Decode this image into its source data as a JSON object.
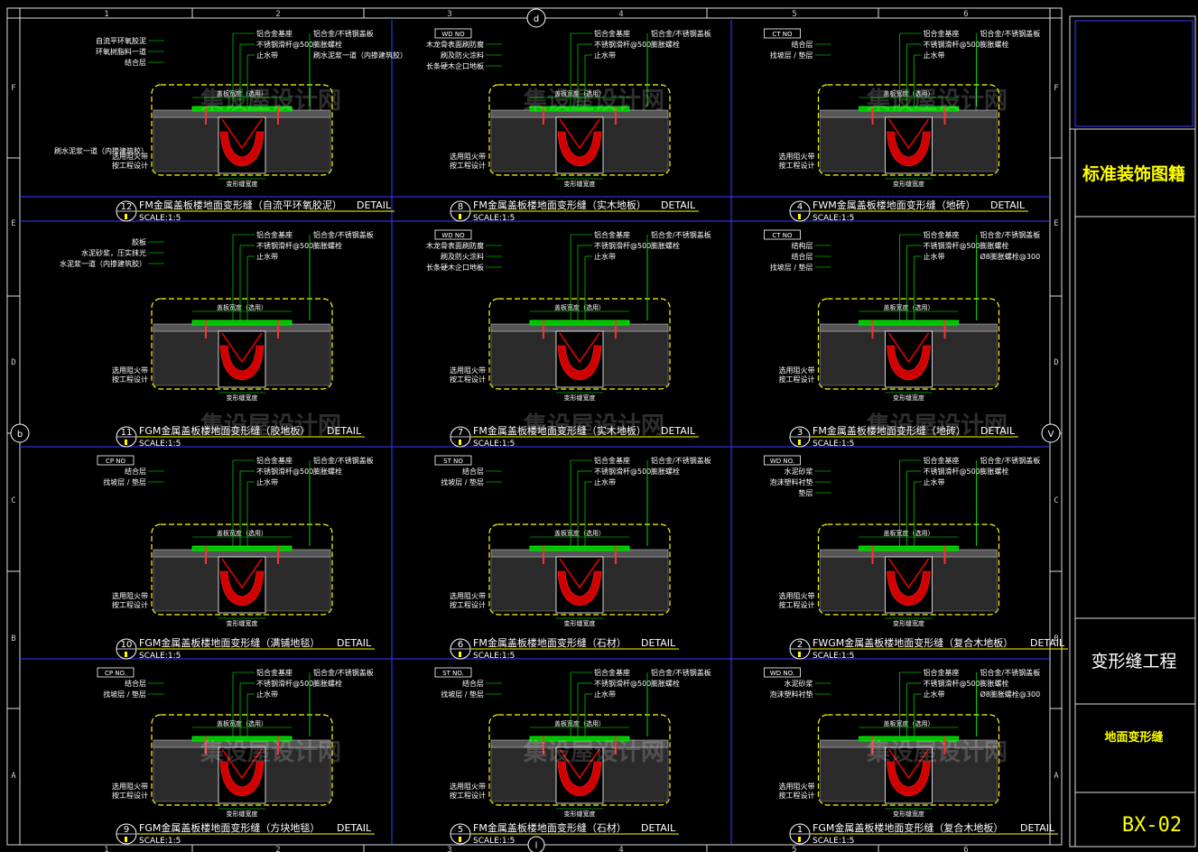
{
  "title_block": {
    "drawing_set": "标准装饰图籍",
    "project": "变形缝工程",
    "subject": "地面变形缝",
    "sheet_no": "BX-02"
  },
  "grid": {
    "columns": [
      "1",
      "2",
      "3",
      "4",
      "5",
      "6"
    ],
    "rows": [
      "F",
      "E",
      "D",
      "C",
      "B",
      "A"
    ],
    "axis_markers": [
      "d",
      "b",
      "V",
      "l"
    ]
  },
  "watermark": "集设屋设计网",
  "scale_text": "SCALE:1:5",
  "detail_suffix": "DETAIL",
  "common_labels": {
    "alloy_base": "铝合金基座",
    "stainless_rod": "不锈钢滑杆@500",
    "waterstop": "止水带",
    "cover_plate": "铝合金/不锈钢盖板",
    "expansion_bolt": "膨胀螺栓",
    "fire_belt": "选用阻火带",
    "by_design": "按工程设计",
    "joint_width": "变形缝宽度",
    "cover_width": "盖板宽度（选用）",
    "bond_layer": "结合层",
    "slope_layer": "找坡层 / 垫层"
  },
  "details": [
    {
      "no": "12",
      "title": "FM金属盖板楼地面变形缝（自流平环氧胶泥）",
      "tag": "",
      "left_labels": [
        "自流平环氧胶泥",
        "环氧树脂料一道",
        "结合层"
      ],
      "extra_labels": [
        "刷水泥浆一道（内掺建筑胶）"
      ]
    },
    {
      "no": "8",
      "title": "FM金属盖板楼地面变形缝（实木地板）",
      "tag": "WD NO",
      "left_labels": [
        "木龙骨表面刷防腐",
        "刷及防火涂料",
        "长条硬木企口地板"
      ],
      "extra_labels": []
    },
    {
      "no": "4",
      "title": "FWM金属盖板楼地面变形缝（地砖）",
      "tag": "CT NO",
      "left_labels": [
        "结合层",
        "找坡层 / 垫层"
      ],
      "extra_labels": []
    },
    {
      "no": "11",
      "title": "FGM金属盖板楼地面变形缝（胶地板）",
      "tag": "",
      "left_labels": [
        "胶板",
        "水泥砂浆，压实抹光",
        "水泥浆一道（内掺建筑胶）"
      ],
      "extra_labels": []
    },
    {
      "no": "7",
      "title": "FM金属盖板楼地面变形缝（实木地板）",
      "tag": "WD NO",
      "left_labels": [
        "木龙骨表面刷防腐",
        "刷及防火涂料",
        "长条硬木企口地板"
      ],
      "extra_labels": []
    },
    {
      "no": "3",
      "title": "FM金属盖板楼地面变形缝（地砖）",
      "tag": "CT NO",
      "left_labels": [
        "结构层",
        "结合层",
        "找坡层 / 垫层"
      ],
      "extra_labels": [
        "Ø8膨胀螺栓@300"
      ]
    },
    {
      "no": "10",
      "title": "FGM金属盖板楼地面变形缝（满铺地毯）",
      "tag": "CP NO",
      "left_labels": [
        "结合层",
        "找坡层 / 垫层"
      ],
      "extra_labels": []
    },
    {
      "no": "6",
      "title": "FM金属盖板楼地面变形缝（石材）",
      "tag": "ST NO",
      "left_labels": [
        "结合层",
        "找坡层 / 垫层"
      ],
      "extra_labels": []
    },
    {
      "no": "2",
      "title": "FWGM金属盖板楼地面变形缝（复合木地板）",
      "tag": "WD NO.",
      "left_labels": [
        "水泥砂浆",
        "泡沫塑料衬垫",
        "垫层"
      ],
      "extra_labels": []
    },
    {
      "no": "9",
      "title": "FGM金属盖板楼地面变形缝（方块地毯）",
      "tag": "CP NO.",
      "left_labels": [
        "结合层",
        "找坡层 / 垫层"
      ],
      "extra_labels": []
    },
    {
      "no": "5",
      "title": "FM金属盖板楼地面变形缝（石材）",
      "tag": "ST NO.",
      "left_labels": [
        "结合层",
        "找坡层 / 垫层"
      ],
      "extra_labels": []
    },
    {
      "no": "1",
      "title": "FGM金属盖板楼地面变形缝（复合木地板）",
      "tag": "WD NO.",
      "left_labels": [
        "水泥砂浆",
        "泡沫塑料衬垫"
      ],
      "extra_labels": [
        "Ø8膨胀螺栓@300"
      ]
    }
  ]
}
